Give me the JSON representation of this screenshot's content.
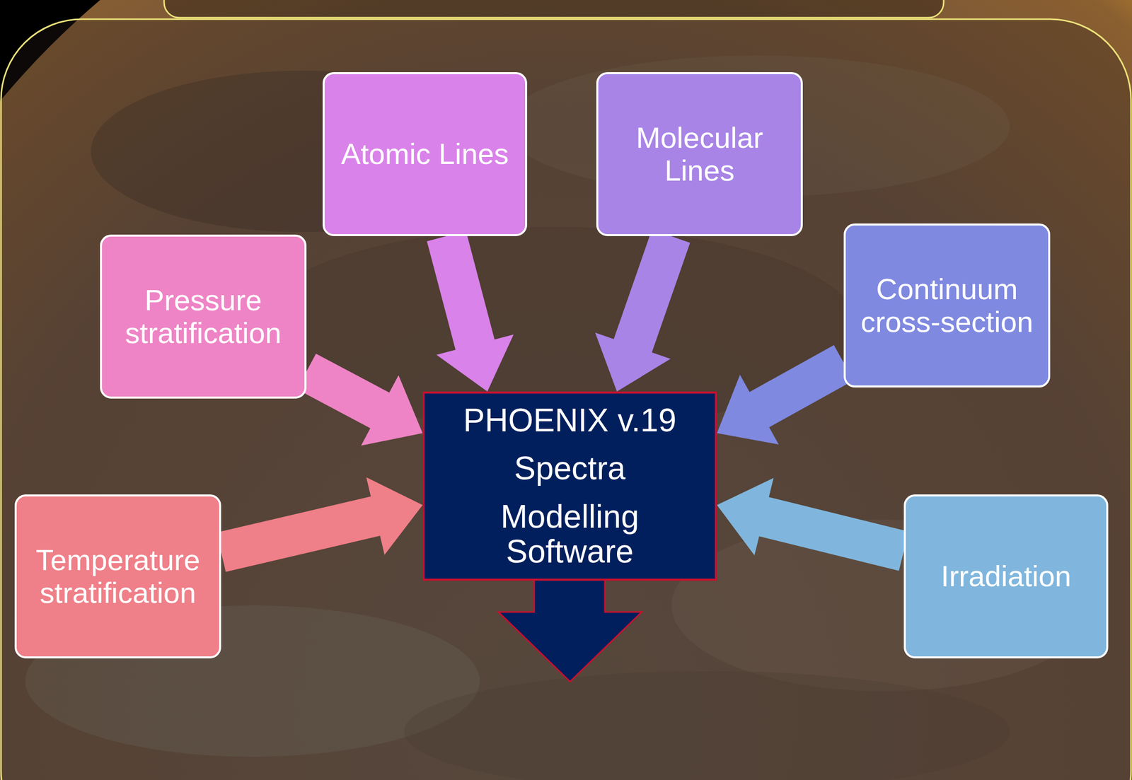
{
  "diagram": {
    "nodes": [
      {
        "text": [
          "Atomic Lines"
        ]
      },
      {
        "text": [
          "Molecular Lines"
        ]
      },
      {
        "text": [
          "Continuum cross-section"
        ]
      },
      {
        "text": [
          "Pressure stratification"
        ]
      },
      {
        "text": [
          "PHOENIX v.19",
          "Spectra",
          "Modelling Software"
        ]
      },
      {
        "text": [
          "Temperature stratification"
        ]
      },
      {
        "text": [
          "Irradiation"
        ]
      }
    ],
    "edges": [
      {
        "from": 0,
        "to": 4,
        "arrow": "to"
      },
      {
        "from": 1,
        "to": 4,
        "arrow": "to"
      },
      {
        "from": 2,
        "to": 4,
        "arrow": "to"
      },
      {
        "from": 3,
        "to": 4,
        "arrow": "to"
      },
      {
        "from": 5,
        "to": 4,
        "arrow": "to"
      },
      {
        "from": 6,
        "to": 4,
        "arrow": "to"
      }
    ]
  }
}
